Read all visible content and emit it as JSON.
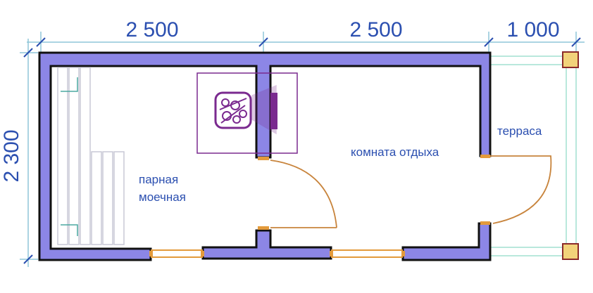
{
  "dimensions": {
    "top_left": "2 500",
    "top_middle": "2 500",
    "top_right": "1 000",
    "left_height": "2 300"
  },
  "rooms": {
    "steam_room_line1": "парная",
    "steam_room_line2": "моечная",
    "rest_room": "комната отдыха",
    "terrace": "терраса"
  },
  "colors": {
    "wall_fill": "#8c86e6",
    "wall_outline": "#111111",
    "dimension": "#2b4fb0",
    "door_arc": "#c8843c",
    "stove": "#7a2a8f",
    "window": "#e39a3b",
    "terrace_line": "#b9e8dc",
    "post": "#f2d27a"
  }
}
